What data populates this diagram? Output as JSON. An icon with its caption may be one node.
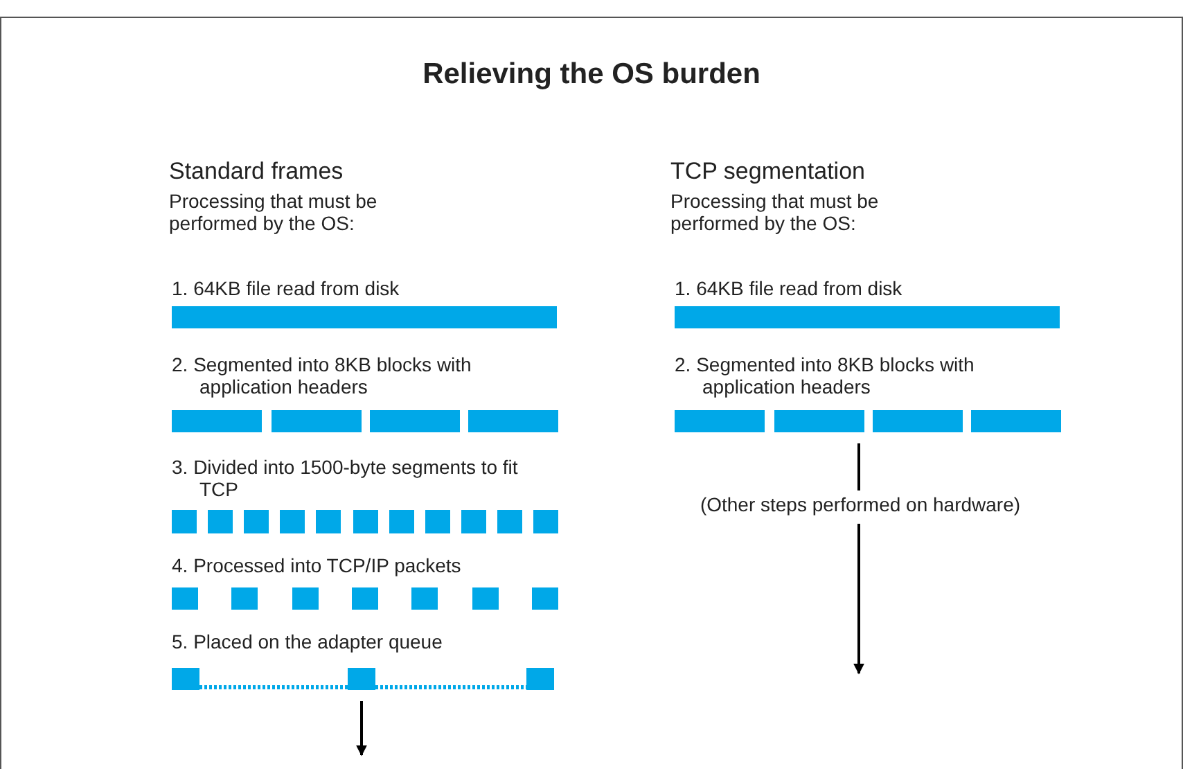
{
  "diagram": {
    "title": "Relieving the OS burden",
    "nodes": [
      {
        "text": [],
        "shape": "box"
      },
      {
        "text": [],
        "shape": "box"
      },
      {
        "text": [],
        "shape": "box"
      },
      {
        "text": [],
        "shape": "box"
      },
      {
        "text": [],
        "shape": "box"
      },
      {
        "text": [],
        "shape": "box"
      },
      {
        "text": [],
        "shape": "box"
      },
      {
        "text": [],
        "shape": "box"
      },
      {
        "text": [],
        "shape": "box"
      },
      {
        "text": [],
        "shape": "box"
      },
      {
        "text": [
          "(Other steps performed on hardware)"
        ]
      },
      {
        "text": [],
        "shape": "box"
      },
      {
        "text": [],
        "shape": "box"
      },
      {
        "text": [],
        "shape": "box"
      },
      {
        "text": [],
        "shape": "box"
      },
      {
        "text": [],
        "shape": "box"
      },
      {
        "text": [],
        "shape": "box"
      },
      {
        "text": [],
        "shape": "box"
      },
      {
        "text": [],
        "shape": "box"
      },
      {
        "text": [],
        "shape": "box"
      },
      {
        "text": [],
        "shape": "box"
      },
      {
        "text": [],
        "shape": "box"
      },
      {
        "text": [],
        "shape": "box"
      },
      {
        "text": [],
        "shape": "box"
      },
      {
        "text": [],
        "shape": "box"
      },
      {
        "text": [],
        "shape": "box"
      },
      {
        "text": [],
        "shape": "box"
      },
      {
        "text": [],
        "shape": "box"
      },
      {
        "text": [],
        "shape": "box"
      },
      {
        "text": [],
        "shape": "box"
      },
      {
        "text": [],
        "shape": "box"
      },
      {
        "text": [],
        "shape": "box"
      }
    ],
    "edges": [
      {
        "from": 7,
        "to": 10,
        "arrow": "none"
      },
      {
        "from": 10,
        "to": null,
        "arrow": "to"
      },
      {
        "from": 29,
        "to": 30,
        "arrow": "none",
        "style": "dashed",
        "color": "#00a8e8"
      },
      {
        "from": 30,
        "to": 31,
        "arrow": "none",
        "style": "dashed",
        "color": "#00a8e8"
      },
      {
        "from": 30,
        "to": null,
        "arrow": "to"
      }
    ],
    "labels": [
      "Standard frames",
      "Processing that must be performed by the OS:",
      "TCP segmentation",
      "Processing that must be performed by the OS:",
      "1. 64KB file read from disk",
      "1. 64KB file read from disk",
      "2. Segmented into 8KB blocks with application headers",
      "2. Segmented into 8KB blocks with application headers",
      "3. Divided into 1500-byte segments to fit TCP",
      "4. Processed into TCP/IP packets",
      "5. Placed on the adapter queue"
    ]
  }
}
